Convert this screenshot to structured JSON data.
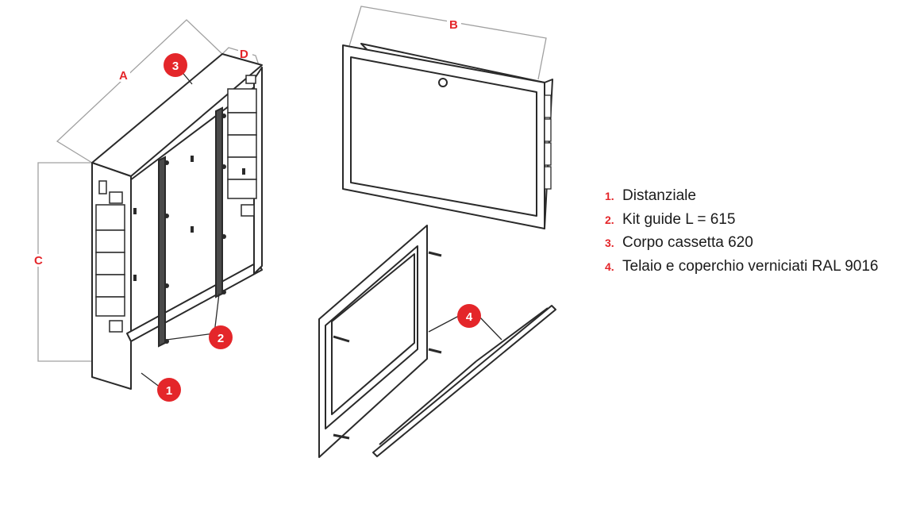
{
  "dimensions": {
    "a": "A",
    "b": "B",
    "c": "C",
    "d": "D"
  },
  "callouts": [
    {
      "num": "1",
      "text": "Distanziale"
    },
    {
      "num": "2",
      "text": "Kit guide L = 615"
    },
    {
      "num": "3",
      "text": "Corpo cassetta 620"
    },
    {
      "num": "4",
      "text": "Telaio e coperchio verniciati RAL 9016"
    }
  ],
  "colors": {
    "accent": "#e4262a",
    "line": "#2a2a2a",
    "dimension_line": "#9a9a9a"
  }
}
